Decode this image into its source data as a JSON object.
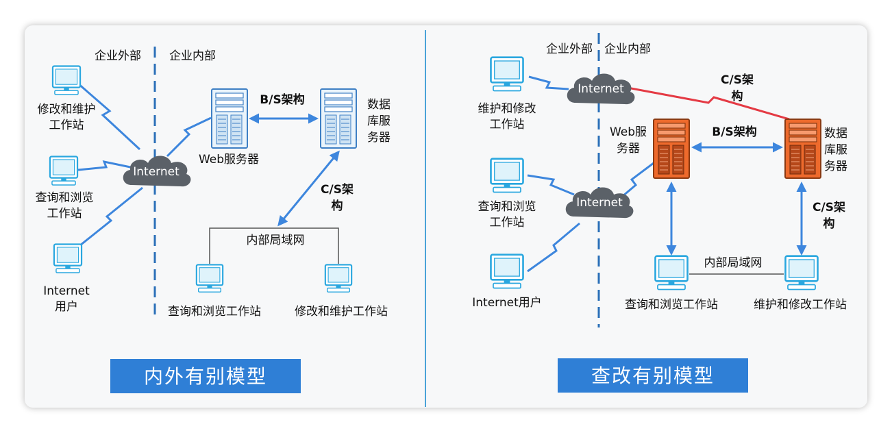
{
  "left_panel": {
    "zone_outside": "企业外部",
    "zone_inside": "企业内部",
    "cloud": "Internet",
    "client_modify": [
      "修改和维护",
      "工作站"
    ],
    "client_query": [
      "查询和浏览",
      "工作站"
    ],
    "client_user": [
      "Internet",
      "用户"
    ],
    "web_server": "Web服务器",
    "db_server": [
      "数据",
      "库服",
      "务器"
    ],
    "bs_label": "B/S架构",
    "cs_label": [
      "C/S架",
      "构"
    ],
    "lan_label": "内部局域网",
    "ws_query": "查询和浏览工作站",
    "ws_modify": "修改和维护工作站",
    "banner": "内外有别模型"
  },
  "right_panel": {
    "zone_outside": "企业外部",
    "zone_inside": "企业内部",
    "cloud_top": "Internet",
    "cloud_bottom": "Internet",
    "client_maintain": [
      "维护和修改",
      "工作站"
    ],
    "client_query": [
      "查询和浏览",
      "工作站"
    ],
    "client_user": "Internet用户",
    "cs_top_label": [
      "C/S架",
      "构"
    ],
    "web_server": [
      "Web服",
      "务器"
    ],
    "bs_label": "B/S架构",
    "db_server": [
      "数据",
      "库服",
      "务器"
    ],
    "cs_right_label": [
      "C/S架",
      "构"
    ],
    "lan_label": "内部局域网",
    "ws_query": "查询和浏览工作站",
    "ws_maintain": "维护和修改工作站",
    "banner": "查改有别模型"
  },
  "colors": {
    "link_blue": "#3d86dd",
    "link_red": "#e43a44",
    "cloud": "#5b6168",
    "banner": "#2f7fd6",
    "server_orange": "#ee6a2c",
    "monitor_blue": "#2aa7df",
    "divider": "#4aa3d8"
  }
}
